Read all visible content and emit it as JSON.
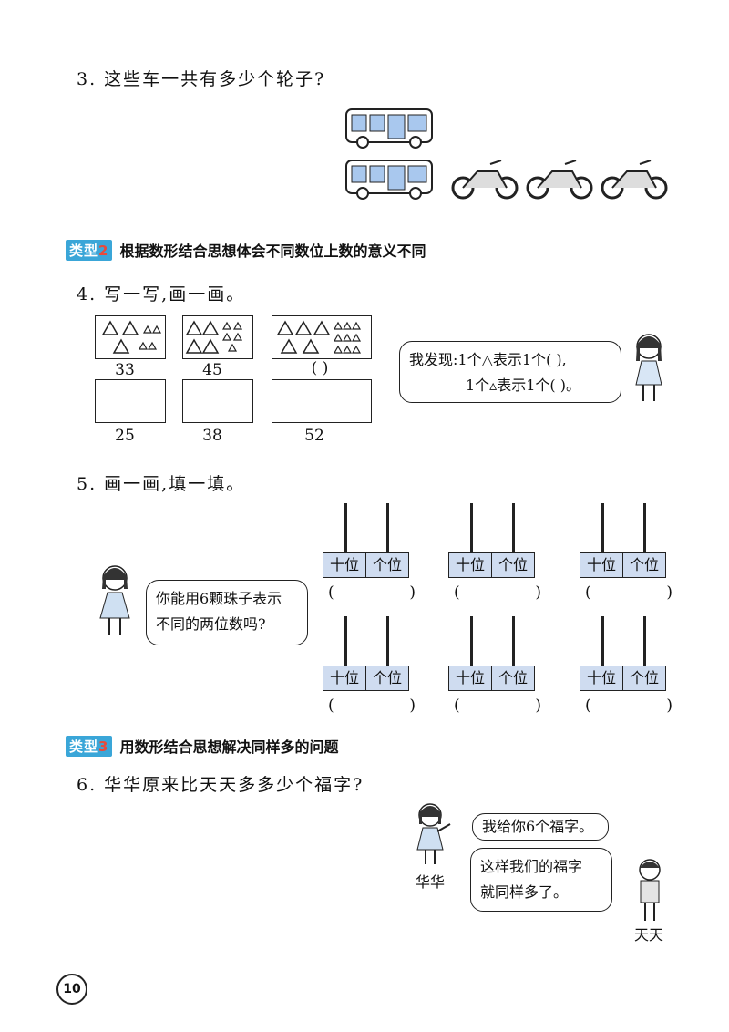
{
  "q3": {
    "text": "3. 这些车一共有多少个轮子?"
  },
  "section2": {
    "badge_prefix": "类型",
    "badge_num": "2",
    "title": "根据数形结合思想体会不同数位上数的意义不同"
  },
  "q4": {
    "text": "4. 写一写,画一画。",
    "top_numbers": [
      "33",
      "45",
      "(    )"
    ],
    "bottom_numbers": [
      "25",
      "38",
      "52"
    ],
    "bubble_line1": "我发现:1个△表示1个(   ),",
    "bubble_line2": "1个▵表示1个(   )。"
  },
  "q5": {
    "text": "5. 画一画,填一填。",
    "bubble_line1": "你能用6颗珠子表示",
    "bubble_line2": "不同的两位数吗?",
    "tens_label": "十位",
    "ones_label": "个位",
    "paren_left": "(",
    "paren_right": ")"
  },
  "section3": {
    "badge_prefix": "类型",
    "badge_num": "3",
    "title": "用数形结合思想解决同样多的问题"
  },
  "q6": {
    "text": "6. 华华原来比天天多多少个福字?",
    "bubble_hua": "我给你6个福字。",
    "bubble_tian_line1": "这样我们的福字",
    "bubble_tian_line2": "就同样多了。",
    "name_hua": "华华",
    "name_tian": "天天"
  },
  "page_number": "10",
  "colors": {
    "badge": "#3aa6d8",
    "abacus_label": "#cfdcf0",
    "bus_window": "#a9c8ee"
  }
}
